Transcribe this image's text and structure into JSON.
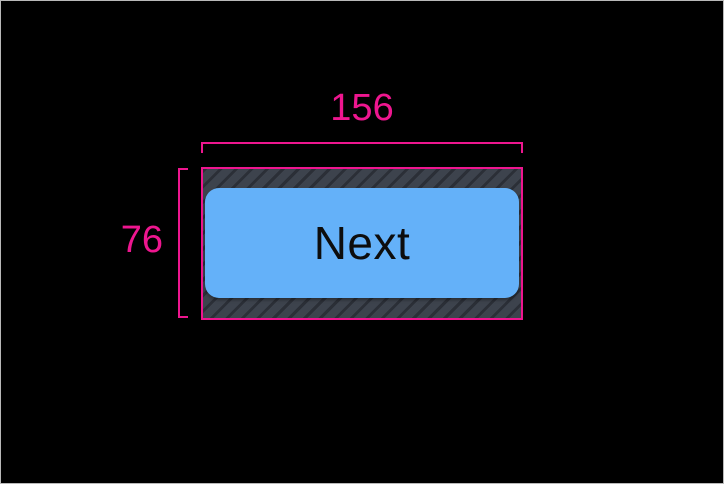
{
  "window": {
    "background": "#000000",
    "frame_border_color": "#b9b9b9"
  },
  "inspector": {
    "accent_color": "#ee168f",
    "width_annotation": {
      "label": "156"
    },
    "height_annotation": {
      "label": "76"
    },
    "padding_hatch": {
      "base_color": "#3d434d",
      "stripe_color": "#2b2f37"
    }
  },
  "target": {
    "button_label": "Next",
    "button_fill_color": "#64b1f9",
    "button_text_color": "#0d0d0d"
  }
}
